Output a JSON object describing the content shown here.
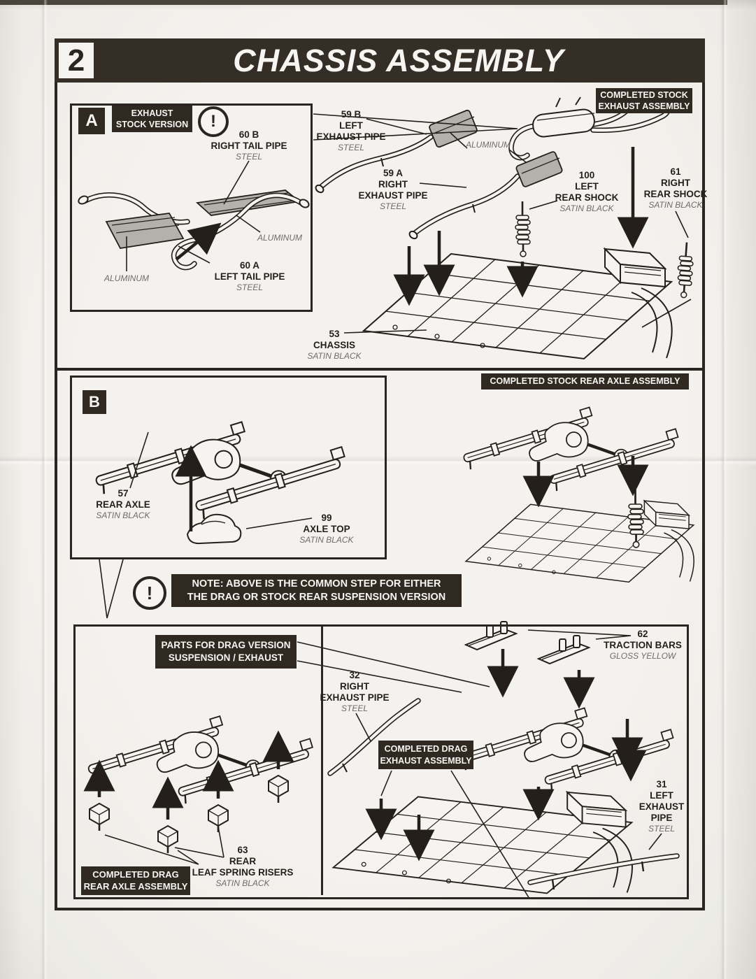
{
  "page": {
    "step_number": "2",
    "title": "CHASSIS ASSEMBLY"
  },
  "colors": {
    "ink": "#241f1a",
    "panel_black": "#2f2922",
    "paper": "#f2f0eb",
    "metal_gray": "#b4b1ab",
    "finish_gray": "#6e6c68"
  },
  "sections": {
    "a": {
      "badge": "A",
      "header": "EXHAUST\nSTOCK VERSION"
    },
    "b": {
      "badge": "B"
    }
  },
  "note": {
    "text": "NOTE: ABOVE IS THE COMMON STEP FOR EITHER\nTHE DRAG OR STOCK REAR SUSPENSION VERSION"
  },
  "banners": {
    "completed_stock_exhaust": "COMPLETED STOCK\nEXHAUST ASSEMBLY",
    "completed_stock_rear_axle": "COMPLETED STOCK REAR AXLE ASSEMBLY",
    "parts_for_drag": "PARTS FOR DRAG VERSION\nSUSPENSION / EXHAUST",
    "completed_drag_exhaust": "COMPLETED DRAG\nEXHAUST ASSEMBLY",
    "completed_drag_rear_axle": "COMPLETED DRAG\nREAR AXLE ASSEMBLY"
  },
  "annotations": {
    "aluminum": "ALUMINUM",
    "warning_glyph": "!"
  },
  "parts": {
    "p60b": {
      "id": "60 B",
      "name": "RIGHT TAIL PIPE",
      "finish": "STEEL"
    },
    "p60a": {
      "id": "60 A",
      "name": "LEFT TAIL PIPE",
      "finish": "STEEL"
    },
    "p59b": {
      "id": "59 B",
      "name": "LEFT\nEXHAUST PIPE",
      "finish": "STEEL"
    },
    "p59a": {
      "id": "59 A",
      "name": "RIGHT\nEXHAUST PIPE",
      "finish": "STEEL"
    },
    "p100": {
      "id": "100",
      "name": "LEFT\nREAR SHOCK",
      "finish": "SATIN BLACK"
    },
    "p61": {
      "id": "61",
      "name": "RIGHT\nREAR SHOCK",
      "finish": "SATIN BLACK"
    },
    "p53": {
      "id": "53",
      "name": "CHASSIS",
      "finish": "SATIN BLACK"
    },
    "p57": {
      "id": "57",
      "name": "REAR AXLE",
      "finish": "SATIN BLACK"
    },
    "p99": {
      "id": "99",
      "name": "AXLE TOP",
      "finish": "SATIN BLACK"
    },
    "p62": {
      "id": "62",
      "name": "TRACTION BARS",
      "finish": "GLOSS YELLOW"
    },
    "p32": {
      "id": "32",
      "name": "RIGHT\nEXHAUST PIPE",
      "finish": "STEEL"
    },
    "p31": {
      "id": "31",
      "name": "LEFT\nEXHAUST\nPIPE",
      "finish": "STEEL"
    },
    "p63": {
      "id": "63",
      "name": "REAR\nLEAF SPRING RISERS",
      "finish": "SATIN BLACK"
    }
  }
}
